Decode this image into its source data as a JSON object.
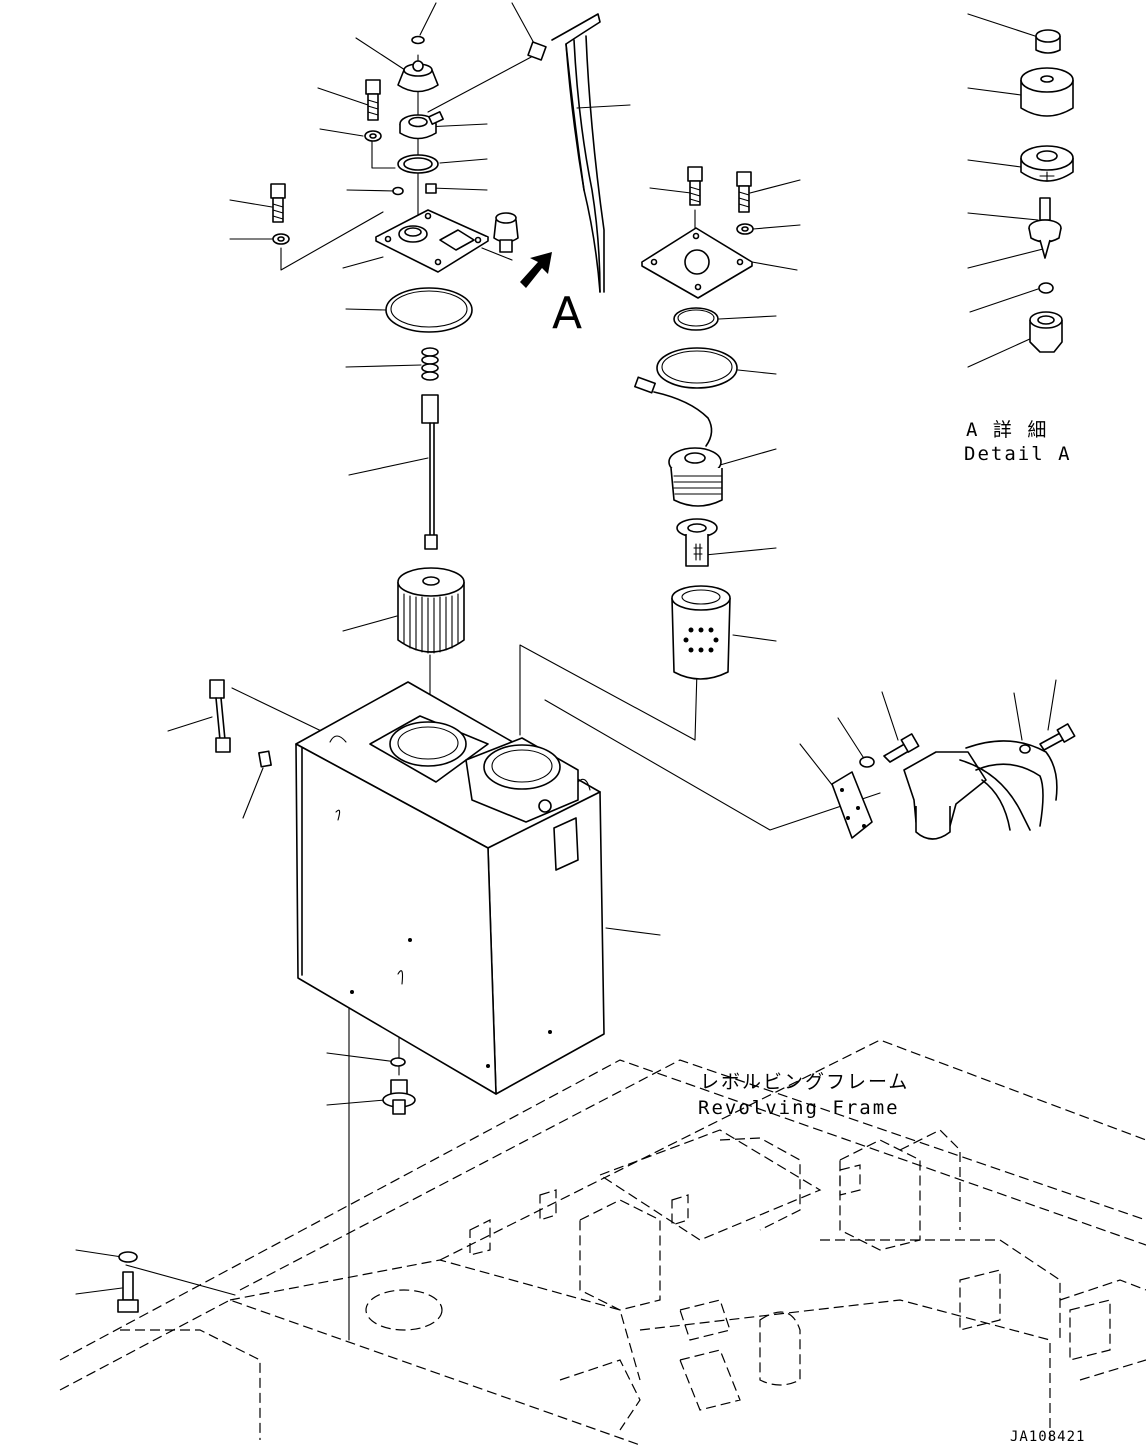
{
  "drawing": {
    "view_marker": "A",
    "detail_label_jp": "A 詳 細",
    "detail_label_en": "Detail A",
    "frame_label_jp": "レボルビングフレーム",
    "frame_label_en": "Revolving Frame",
    "drawing_code": "JA108421"
  },
  "icons": [
    "arrow-view-a-icon",
    "bolt-icon",
    "washer-icon",
    "o-ring-icon",
    "filter-element-icon",
    "hydraulic-tank-icon",
    "breather-icon",
    "sight-gauge-icon",
    "sensor-icon",
    "revolving-frame-icon"
  ]
}
